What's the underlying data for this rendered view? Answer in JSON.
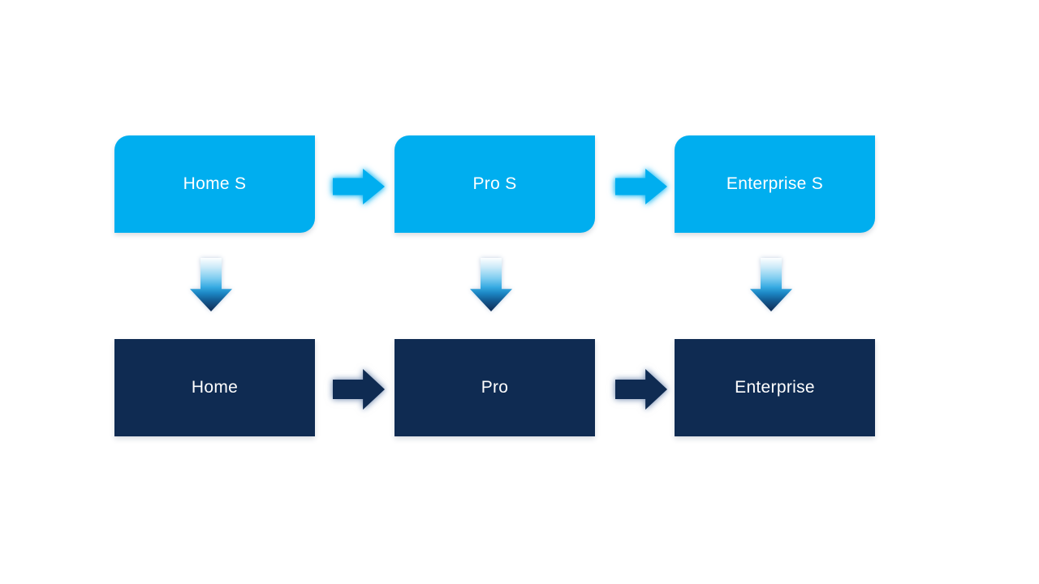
{
  "page": {
    "background": "#FFFFFF"
  },
  "colors": {
    "page_bg": "#FFFFFF",
    "top_box": "#00AEEF",
    "bottom_box": "#0F2B52",
    "label": "#FFFFFF"
  },
  "boxes": {
    "top": [
      "Home S",
      "Pro S",
      "Enterprise S"
    ],
    "bottom": [
      "Home",
      "Pro",
      "Enterprise"
    ]
  },
  "arrows": {
    "right_arrow_color_top": "#00AEEF",
    "right_arrow_color_bottom": "#0F2B52",
    "down_arrow_gradient": [
      "#FDFEFF",
      "#7FCDF0",
      "#1C86C4",
      "#0F2B52"
    ]
  }
}
